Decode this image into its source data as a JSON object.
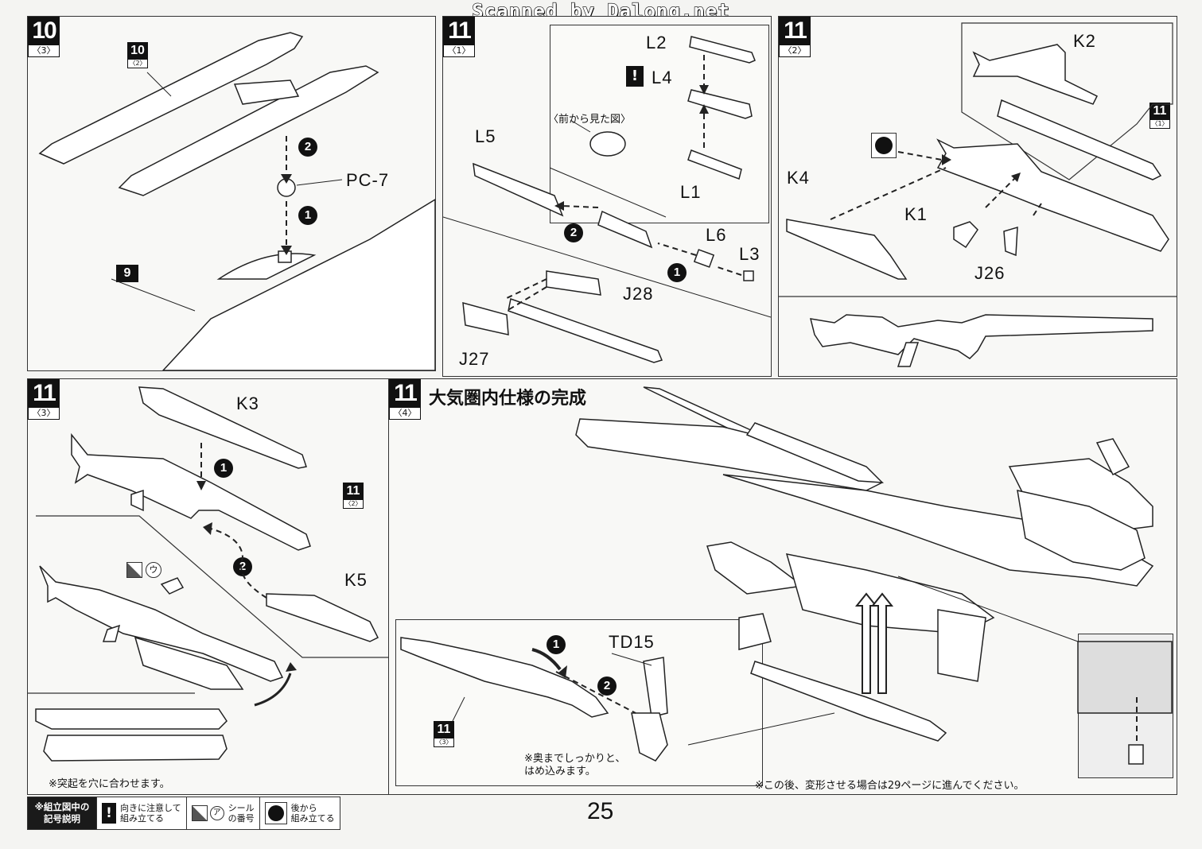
{
  "watermark": "Scanned by Dalong.net",
  "page_number": "25",
  "panels": {
    "p1": {
      "step": "10",
      "sub": "〈3〉",
      "ref10": {
        "num": "10",
        "sub": "〈2〉"
      },
      "ref9": "9",
      "pc7": "PC-7",
      "b1": "1",
      "b2": "2"
    },
    "p2": {
      "step": "11",
      "sub": "〈1〉",
      "front_view": "〈前から見た図〉",
      "labels": {
        "l2": "L2",
        "l4": "L4",
        "l1": "L1",
        "l5": "L5",
        "l6": "L6",
        "l3": "L3",
        "j28": "J28",
        "j27": "J27"
      },
      "b1": "1",
      "b2": "2"
    },
    "p3": {
      "step": "11",
      "sub": "〈2〉",
      "labels": {
        "k2": "K2",
        "k4": "K4",
        "k1": "K1",
        "j26": "J26"
      },
      "ref11": {
        "num": "11",
        "sub": "〈1〉"
      }
    },
    "p4": {
      "step": "11",
      "sub": "〈3〉",
      "labels": {
        "k3": "K3",
        "k5": "K5"
      },
      "ref11": {
        "num": "11",
        "sub": "〈2〉"
      },
      "sticker": "ウ",
      "b1": "1",
      "b2": "2",
      "note": "※突起を穴に合わせます。"
    },
    "p5": {
      "step": "11",
      "sub": "〈4〉",
      "title": "大気圏内仕様の完成",
      "td15": "TD15",
      "ref11": {
        "num": "11",
        "sub": "〈3〉"
      },
      "b1": "1",
      "b2": "2",
      "note_insert": "※奥までしっかりと、\nはめ込みます。",
      "note_transform": "※この後、変形させる場合は29ページに進んでください。"
    }
  },
  "legend": {
    "title_line1": "※組立図中の",
    "title_line2": "記号説明",
    "items": [
      {
        "icon": "exclamation-icon",
        "text": "向きに注意して\n組み立てる"
      },
      {
        "icon": "sticker-icon",
        "sticker_char": "ア",
        "text": "シール\nの番号"
      },
      {
        "icon": "back-assembly-icon",
        "text": "後から\n組み立てる"
      }
    ]
  }
}
